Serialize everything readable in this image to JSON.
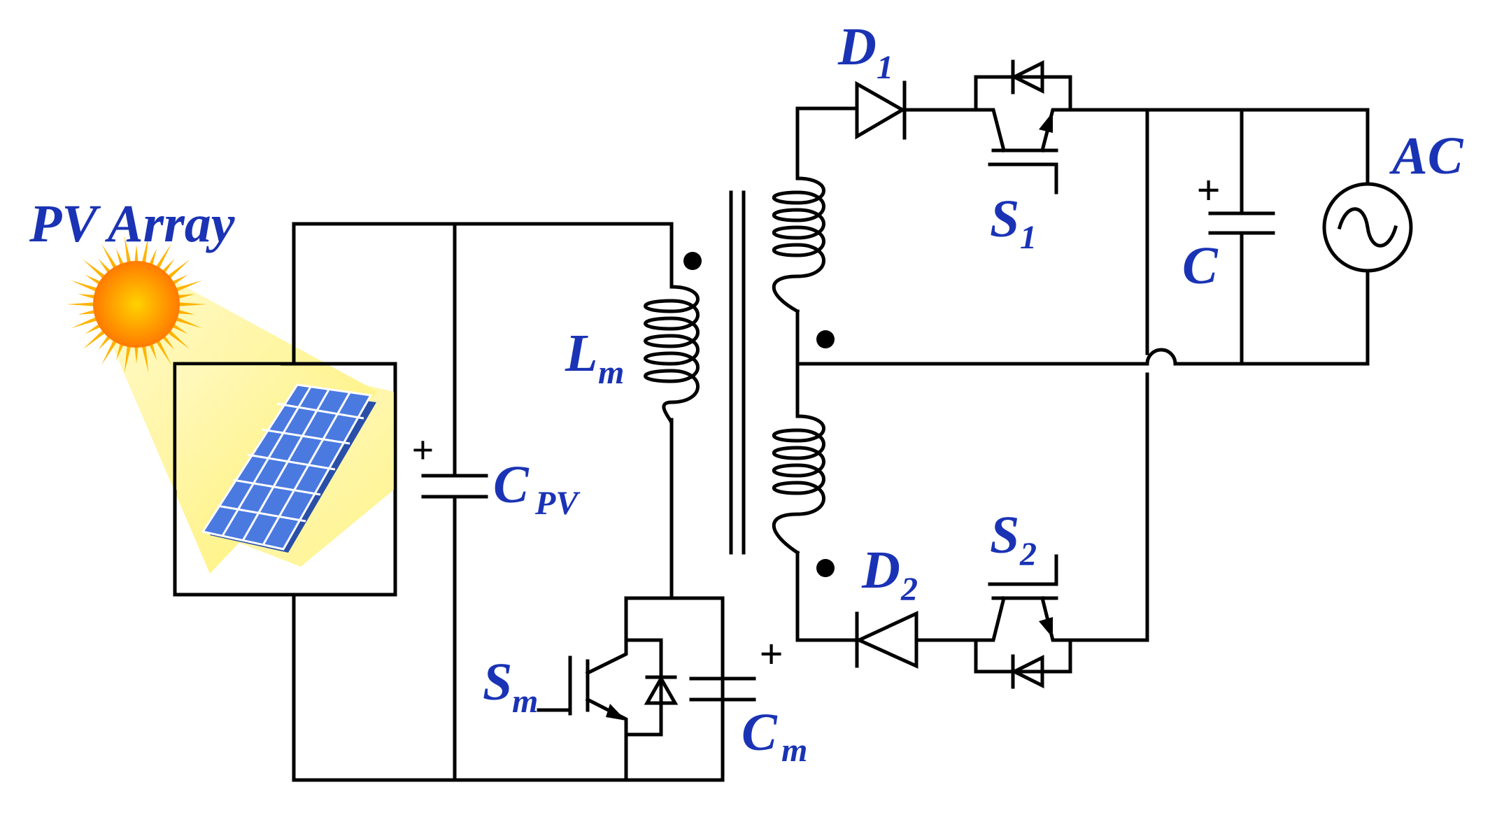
{
  "labels": {
    "pv_array": "PV Array",
    "cpv_main": "C",
    "cpv_sub": "PV",
    "lm_main": "L",
    "lm_sub": "m",
    "sm_main": "S",
    "sm_sub": "m",
    "cm_main": "C",
    "cm_sub": "m",
    "d1_main": "D",
    "d1_sub": "1",
    "d2_main": "D",
    "d2_sub": "2",
    "s1_main": "S",
    "s1_sub": "1",
    "s2_main": "S",
    "s2_sub": "2",
    "c_out": "C",
    "ac": "AC",
    "plus": "+"
  },
  "colors": {
    "label": "#1a33b5",
    "wire": "#000000",
    "sun_core": "#ff7a00",
    "sun_rays": "#ffb300",
    "beam": "#fff27a",
    "panel": "#3d6fd6",
    "panel_grid": "#ffffff"
  }
}
